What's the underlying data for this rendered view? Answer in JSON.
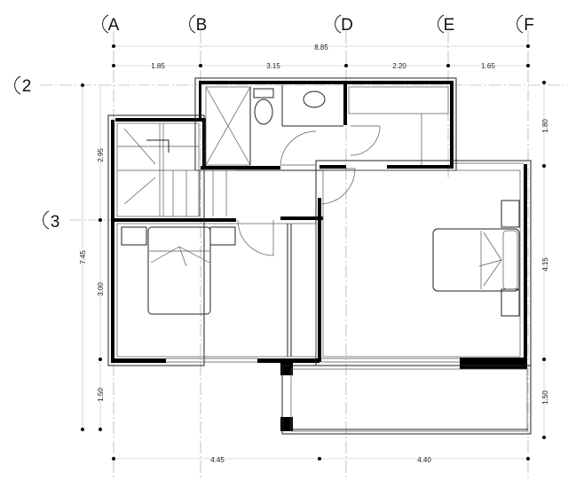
{
  "grid_columns": [
    "A",
    "B",
    "D",
    "E",
    "F"
  ],
  "grid_rows": [
    "2",
    "3"
  ],
  "dimensions": {
    "top_total": "8.85",
    "top_segments": [
      "1.85",
      "3.15",
      "2.20",
      "1.65"
    ],
    "left_total": "7.45",
    "left_segments": [
      "2.95",
      "3.00",
      "1.50"
    ],
    "right_segments": [
      "1.80",
      "4.15",
      "1.50"
    ],
    "bottom_segments": [
      "4.45",
      "4.40"
    ]
  }
}
